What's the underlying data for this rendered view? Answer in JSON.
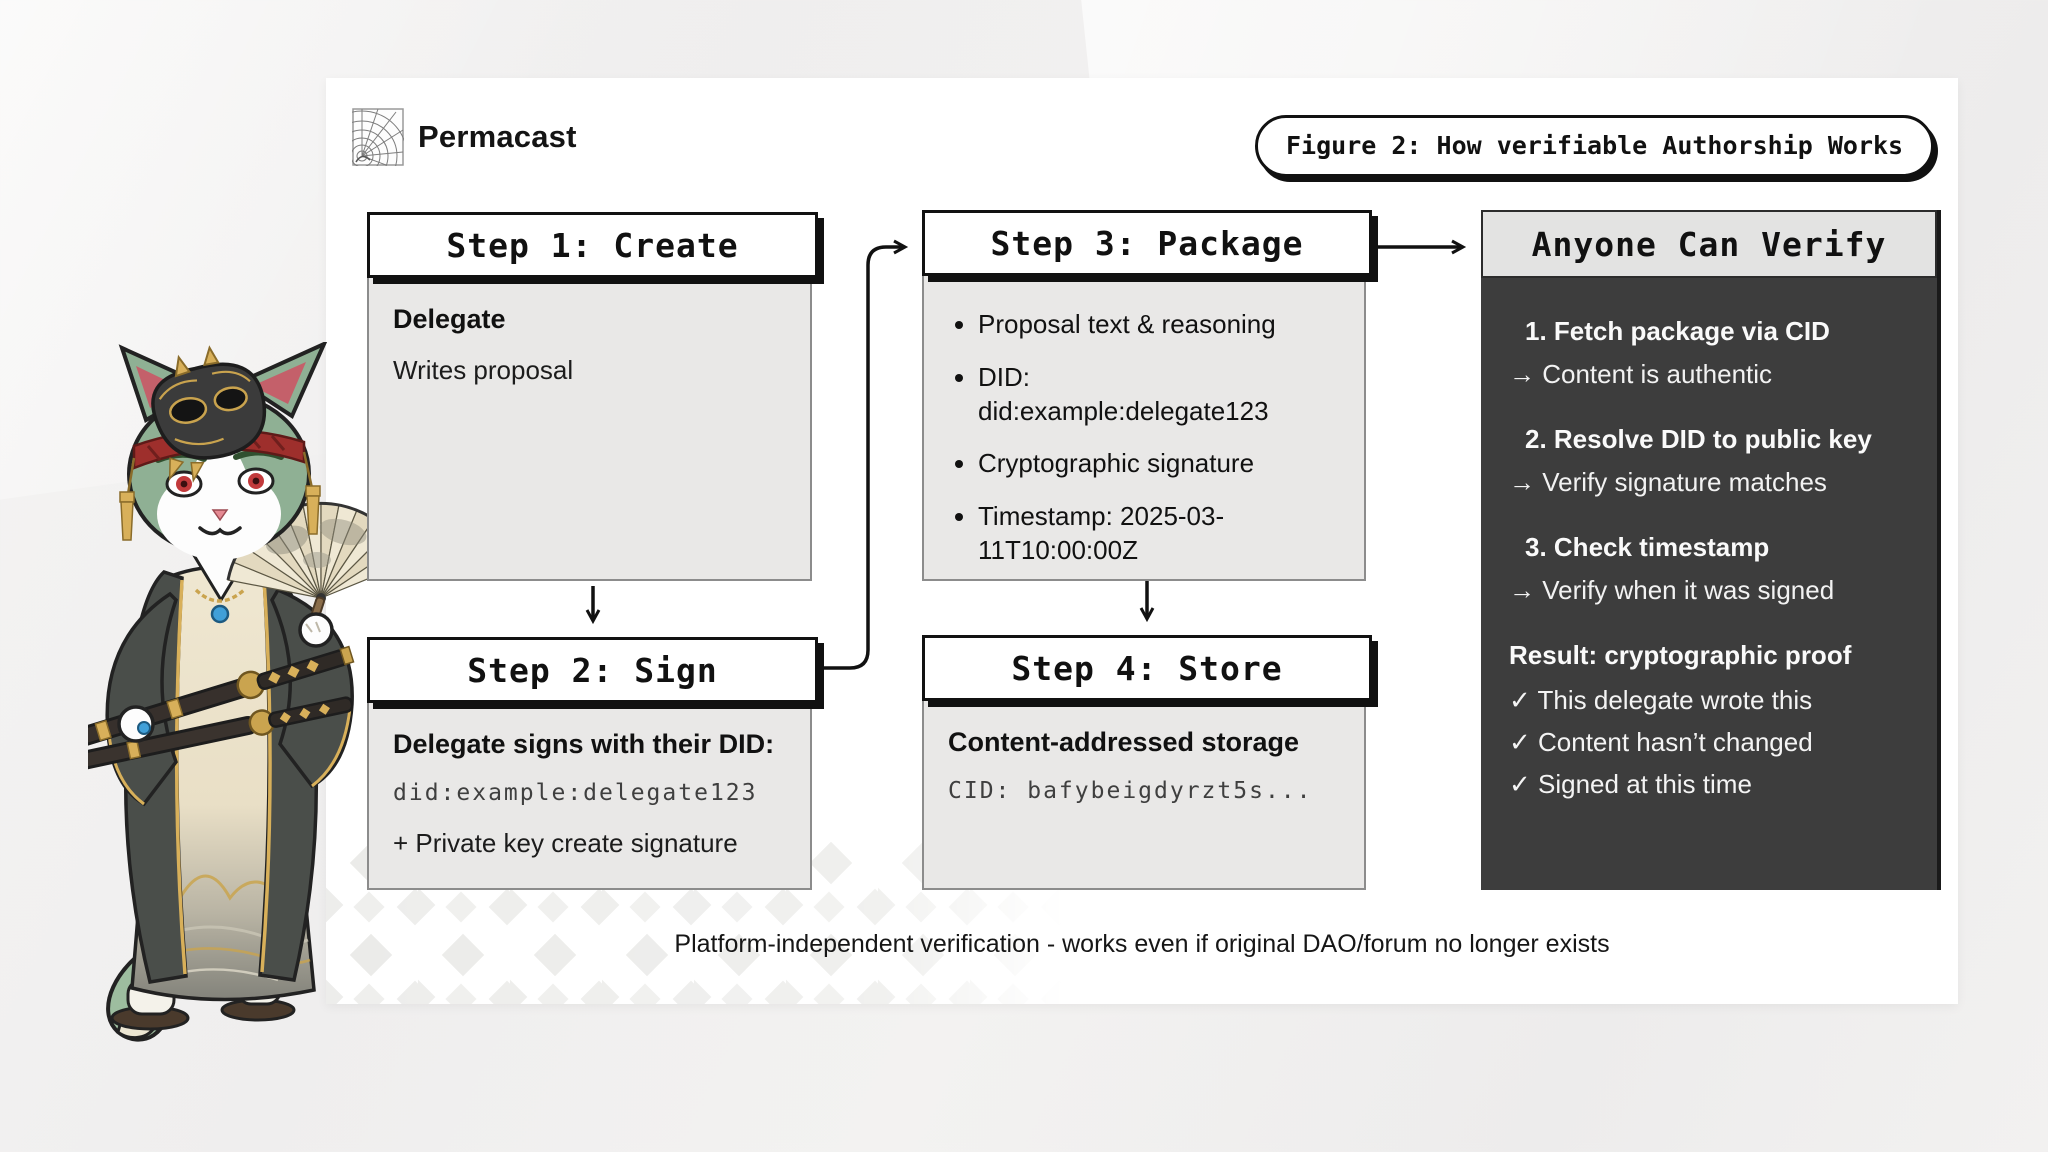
{
  "brand": {
    "name": "Permacast",
    "logo_icon": "spiral-web-icon"
  },
  "figure_badge": {
    "label": "Figure 2: How verifiable Authorship Works"
  },
  "steps": [
    {
      "title": "Step 1: Create",
      "heading": "Delegate",
      "body": "Writes proposal"
    },
    {
      "title": "Step 2: Sign",
      "heading": "Delegate signs with their DID:",
      "code": "did:example:delegate123",
      "note": "+ Private key create signature"
    },
    {
      "title": "Step 3: Package",
      "bullets": [
        "Proposal text & reasoning",
        "DID: did:example:delegate123",
        "Cryptographic signature",
        "Timestamp: 2025-03-11T10:00:00Z"
      ]
    },
    {
      "title": "Step 4: Store",
      "heading": "Content-addressed storage",
      "code": "CID: bafybeigdyrzt5s..."
    }
  ],
  "verify_panel": {
    "title": "Anyone Can Verify",
    "items": [
      {
        "step": "1. Fetch package via CID",
        "result": "→ Content is authentic"
      },
      {
        "step": "2. Resolve DID to public key",
        "result": "→ Verify signature matches"
      },
      {
        "step": "3. Check timestamp",
        "result": "→ Verify when it was signed"
      }
    ],
    "result_heading": "Result: cryptographic proof",
    "checks": [
      "✓ This delegate wrote this",
      "✓ Content hasn’t changed",
      "✓ Signed at this time"
    ]
  },
  "caption": "Platform-independent verification - works even if original DAO/forum no longer exists",
  "decor": {
    "mascot_icon": "samurai-cat-illustration"
  },
  "colors": {
    "dark_panel": "#3d3d3d",
    "box_fill": "#e9e8e7",
    "ink": "#111111",
    "code_text": "#3f3f3f",
    "gold": "#d8b05a"
  }
}
